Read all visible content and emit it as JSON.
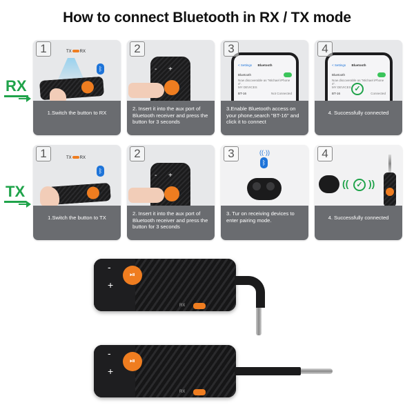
{
  "title": "How to connect Bluetooth in RX / TX mode",
  "modes": {
    "rx": "RX",
    "tx": "TX"
  },
  "switch_labels": {
    "tx": "TX",
    "rx": "RX",
    "plus": "+",
    "minus": "-"
  },
  "rx_steps": [
    {
      "num": "1",
      "caption": "1.Switch the button to RX"
    },
    {
      "num": "2",
      "caption": "2. Insert it into the aux port of Bluetooth receiver and press the button for 3 seconds"
    },
    {
      "num": "3",
      "caption": "3.Enable Bluetooth access on your phone,search \"BT-16\" and click it to connect"
    },
    {
      "num": "4",
      "caption": "4. Successfully connected"
    }
  ],
  "tx_steps": [
    {
      "num": "1",
      "caption": "1.Switch the button to TX"
    },
    {
      "num": "2",
      "caption": "2. Insert it into the aux port of Bluetooth receiver and press the button for 3 seconds"
    },
    {
      "num": "3",
      "caption": "3. Tur on receiving devices to enter pairing mode."
    },
    {
      "num": "4",
      "caption": "4. Successfully connected"
    }
  ],
  "phone_screen": {
    "back": "< Settings",
    "header": "Bluetooth",
    "bluetooth_row": "Bluetooth",
    "discoverable": "Now discoverable as \"Michael iPhone 4\".",
    "my_devices": "MY DEVICES",
    "device": "BT-16",
    "status_not": "Not Connected",
    "status_connected": "Connected"
  },
  "colors": {
    "accent_green": "#1fa34a",
    "orange": "#ef7d20",
    "caption_bg": "#6a6c70"
  }
}
